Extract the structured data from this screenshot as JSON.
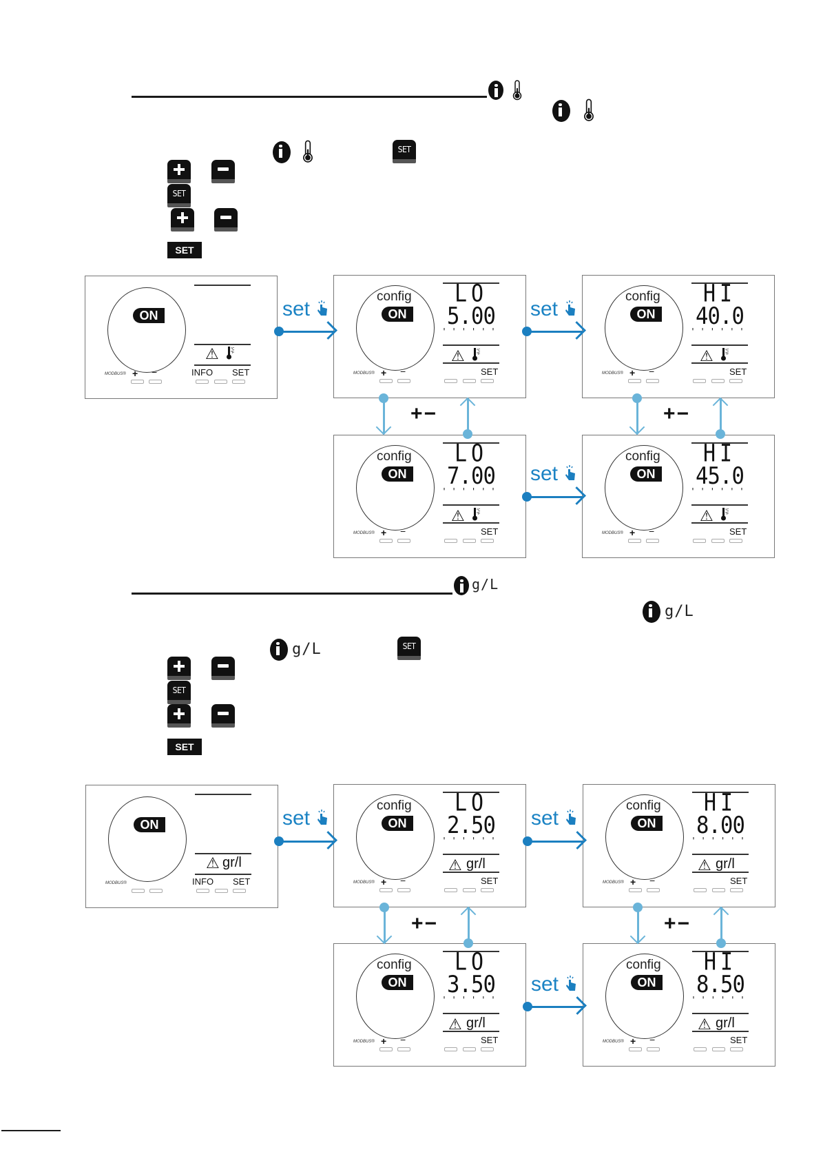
{
  "section1": {
    "heading_icons": [
      "info-icon",
      "thermometer-icon"
    ],
    "intro_icons": [
      "info-icon",
      "thermometer-icon"
    ],
    "steps": [
      {
        "icons": [
          "info-icon",
          "thermometer-icon",
          "set-key-icon"
        ],
        "key_label": "SET"
      },
      {
        "icons": [
          "plus-key-icon",
          "minus-key-icon"
        ]
      },
      {
        "icons": [
          "set-key-icon"
        ],
        "key_label": "SET"
      },
      {
        "icons": [
          "plus-key-icon",
          "minus-key-icon"
        ]
      },
      {
        "icons": [
          "set-key-flat-icon"
        ],
        "key_label": "SET"
      }
    ],
    "diagram": {
      "home": {
        "on": "ON",
        "modbus": "MODBUS®",
        "plus": "+",
        "minus": "−",
        "info": "INFO",
        "set": "SET"
      },
      "arrow_label": "set",
      "adjust_label": "+−",
      "screens": [
        {
          "config": "config",
          "on": "ON",
          "mode": "LO",
          "value": "5.00",
          "set": "SET",
          "plus": "+",
          "minus": "−",
          "modbus": "MODBUS®"
        },
        {
          "config": "config",
          "on": "ON",
          "mode": "HI",
          "value": "40.0",
          "set": "SET",
          "plus": "+",
          "minus": "−",
          "modbus": "MODBUS®"
        },
        {
          "config": "config",
          "on": "ON",
          "mode": "LO",
          "value": "7.00",
          "set": "SET",
          "plus": "+",
          "minus": "−",
          "modbus": "MODBUS®"
        },
        {
          "config": "config",
          "on": "ON",
          "mode": "HI",
          "value": "45.0",
          "set": "SET",
          "plus": "+",
          "minus": "−",
          "modbus": "MODBUS®"
        }
      ]
    }
  },
  "section2": {
    "heading_unit": "g/L",
    "intro_unit": "g/L",
    "step1_unit": "g/L",
    "key_label": "SET",
    "diagram": {
      "home": {
        "on": "ON",
        "unit": "gr/l",
        "modbus": "MODBUS®",
        "info": "INFO",
        "set": "SET"
      },
      "arrow_label": "set",
      "adjust_label": "+−",
      "screens": [
        {
          "config": "config",
          "on": "ON",
          "mode": "LO",
          "value": "2.50",
          "unit": "gr/l",
          "set": "SET",
          "plus": "+",
          "minus": "−",
          "modbus": "MODBUS®"
        },
        {
          "config": "config",
          "on": "ON",
          "mode": "HI",
          "value": "8.00",
          "unit": "gr/l",
          "set": "SET",
          "plus": "+",
          "minus": "−",
          "modbus": "MODBUS®"
        },
        {
          "config": "config",
          "on": "ON",
          "mode": "LO",
          "value": "3.50",
          "unit": "gr/l",
          "set": "SET",
          "plus": "+",
          "minus": "−",
          "modbus": "MODBUS®"
        },
        {
          "config": "config",
          "on": "ON",
          "mode": "HI",
          "value": "8.50",
          "unit": "gr/l",
          "set": "SET",
          "plus": "+",
          "minus": "−",
          "modbus": "MODBUS®"
        }
      ]
    }
  },
  "colors": {
    "arrow_primary": "#1b7fc0",
    "arrow_secondary": "#6ab4d9",
    "set_label": "#1b83c4"
  }
}
